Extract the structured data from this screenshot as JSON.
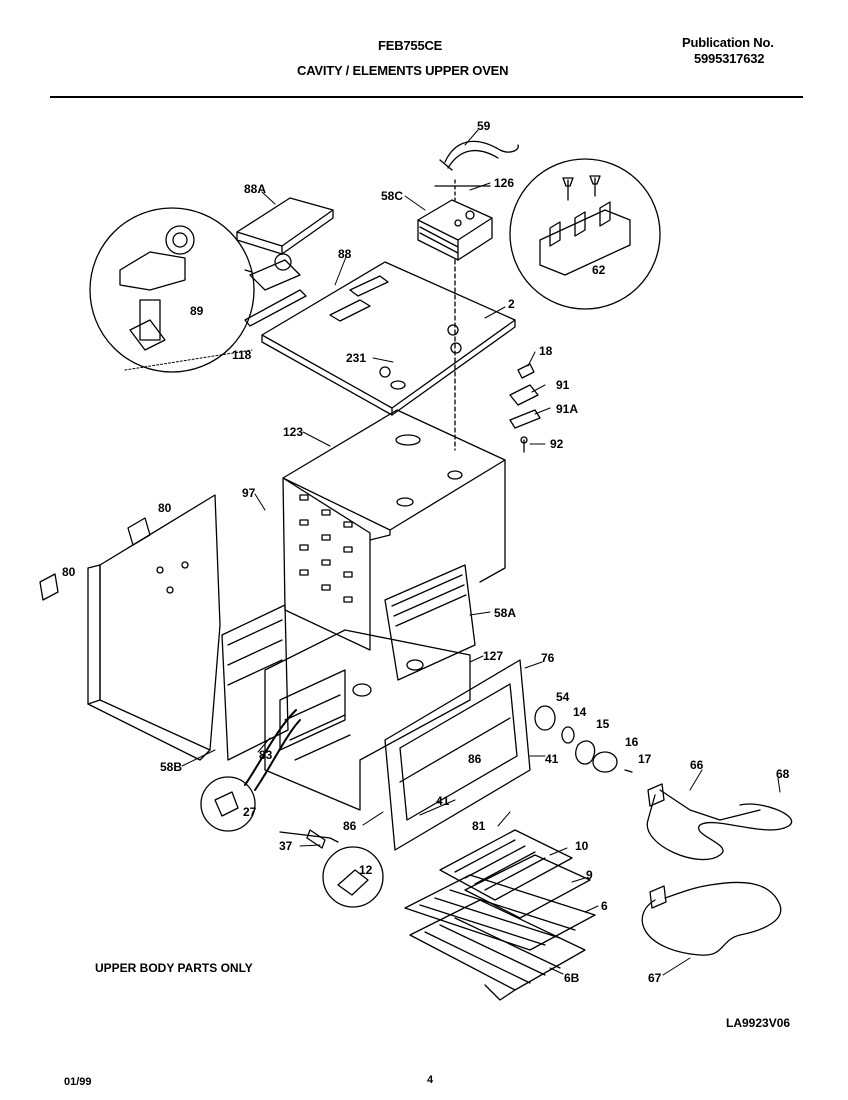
{
  "header": {
    "model": "FEB755CE",
    "section_title": "CAVITY / ELEMENTS UPPER OVEN",
    "publication_label": "Publication No.",
    "publication_number": "5995317632"
  },
  "diagram": {
    "part_labels": {
      "p59": "59",
      "p126": "126",
      "p58C": "58C",
      "p88A": "88A",
      "p88": "88",
      "p2": "2",
      "p62": "62",
      "p89": "89",
      "p118": "118",
      "p231": "231",
      "p18": "18",
      "p91": "91",
      "p91A": "91A",
      "p92": "92",
      "p123": "123",
      "p80a": "80",
      "p80b": "80",
      "p97": "97",
      "p58A": "58A",
      "p127": "127",
      "p76": "76",
      "p54": "54",
      "p14": "14",
      "p15": "15",
      "p16": "16",
      "p17": "17",
      "p41a": "41",
      "p86a": "86",
      "p58B": "58B",
      "p83": "83",
      "p27": "27",
      "p37": "37",
      "p86b": "86",
      "p41b": "41",
      "p81": "81",
      "p10": "10",
      "p9": "9",
      "p6": "6",
      "p12": "12",
      "p6B": "6B",
      "p66": "66",
      "p68": "68",
      "p67": "67"
    }
  },
  "footer": {
    "note": "UPPER BODY PARTS ONLY",
    "diagram_code": "LA9923V06",
    "date": "01/99",
    "page": "4"
  }
}
